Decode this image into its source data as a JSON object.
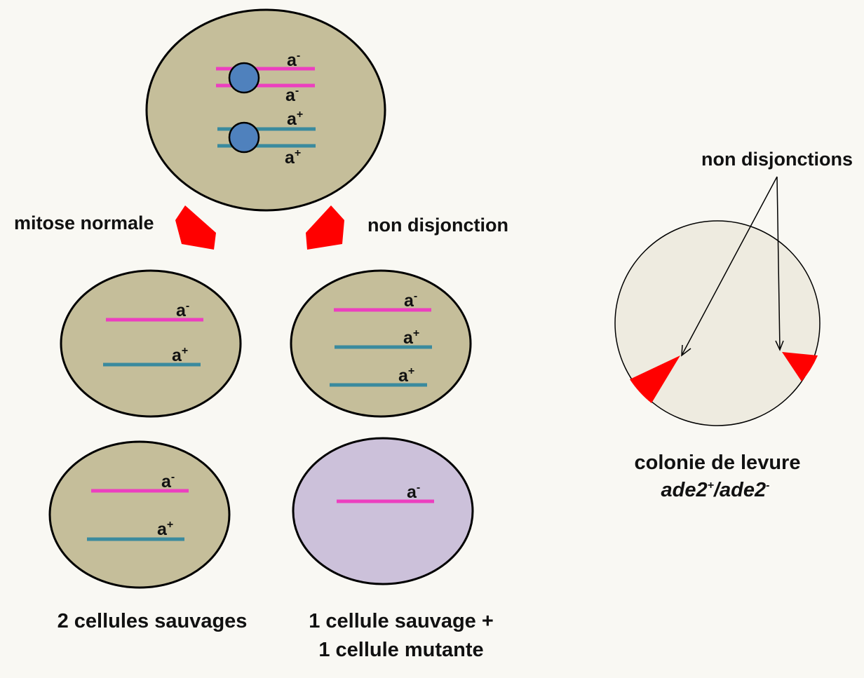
{
  "colors": {
    "background": "#f9f8f3",
    "cell_wild": "#c5be9a",
    "cell_mutant": "#ccc1da",
    "chromosome_a_minus": "#ec3fbf",
    "chromosome_a_plus": "#3a8a9e",
    "centromere": "#4f81bd",
    "arrow": "#ff0000",
    "colony": "#eeebe0",
    "sector": "#ff0000"
  },
  "alleles": {
    "base": "a",
    "minus": "-",
    "plus": "+"
  },
  "labels": {
    "mitose_normale": "mitose normale",
    "non_disjonction": "non disjonction",
    "non_disjonctions": "non disjonctions",
    "caption_left": "2 cellules sauvages",
    "caption_middle_line1": "1 cellule sauvage +",
    "caption_middle_line2": "1 cellule mutante",
    "colony_line1": "colonie de levure",
    "colony_gene": "ade2",
    "colony_sep": "/"
  }
}
